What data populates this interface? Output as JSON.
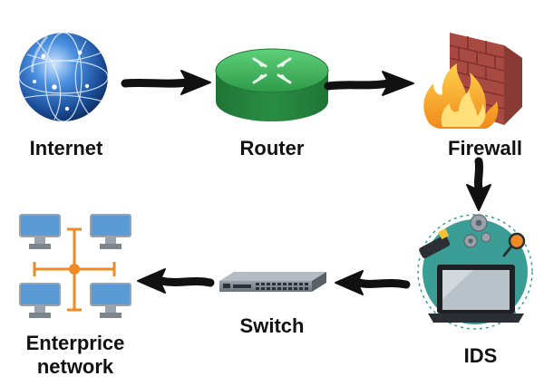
{
  "nodes": {
    "internet": {
      "label": "Internet",
      "icon": "globe-icon"
    },
    "router": {
      "label": "Router",
      "icon": "router-icon"
    },
    "firewall": {
      "label": "Firewall",
      "icon": "firewall-icon"
    },
    "ids": {
      "label": "IDS",
      "icon": "laptop-ids-icon"
    },
    "switch": {
      "label": "Switch",
      "icon": "switch-icon"
    },
    "enterprise": {
      "label_line1": "Enterprice",
      "label_line2": "network",
      "icon": "network-icon"
    }
  },
  "flow": [
    {
      "from": "internet",
      "to": "router"
    },
    {
      "from": "router",
      "to": "firewall"
    },
    {
      "from": "firewall",
      "to": "ids"
    },
    {
      "from": "ids",
      "to": "switch"
    },
    {
      "from": "switch",
      "to": "enterprise"
    }
  ],
  "colors": {
    "arrow": "#111111",
    "router_green": "#2e9a48",
    "globe_blue": "#1e5fae",
    "brick_red": "#b5534a",
    "flame_orange": "#f59b1c",
    "teal": "#3a9e96",
    "network_orange": "#f08a24",
    "monitor_blue": "#5a9bd5"
  }
}
